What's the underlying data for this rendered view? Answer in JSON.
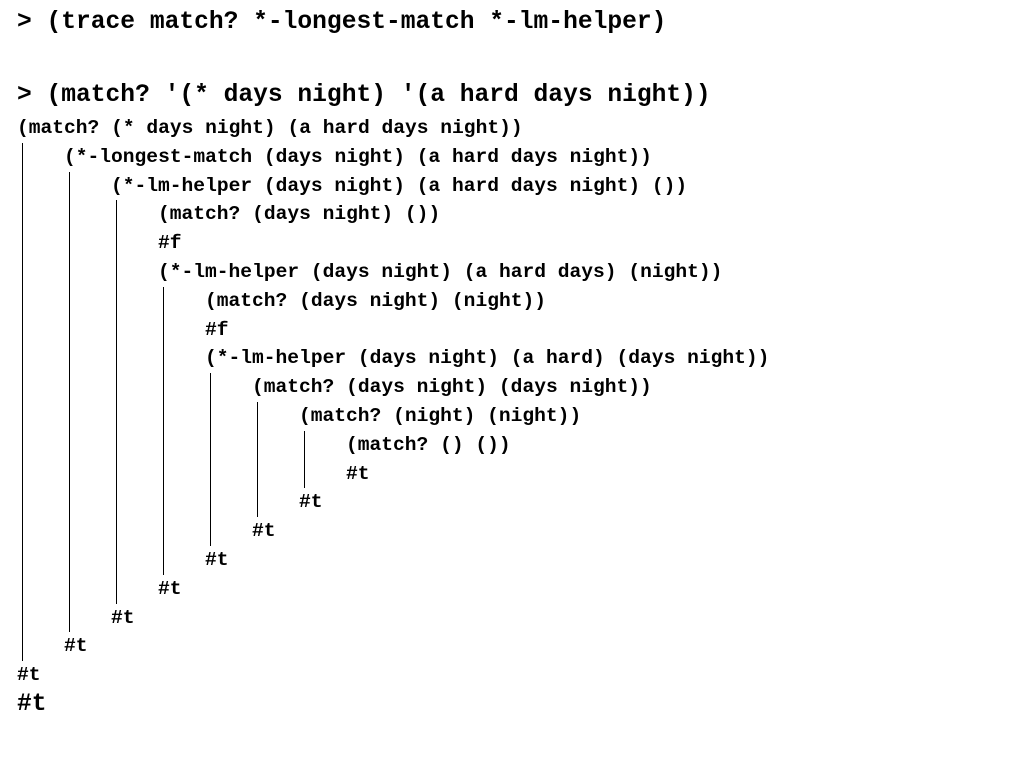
{
  "prompt_symbol": ">",
  "commands": [
    {
      "text": "> (trace match? *-longest-match *-lm-helper)"
    },
    {
      "text": "> (match? '(* days night) '(a hard days night))"
    }
  ],
  "trace": [
    {
      "depth": 0,
      "text": "(match? (* days night) (a hard days night))"
    },
    {
      "depth": 1,
      "text": "(*-longest-match (days night) (a hard days night))"
    },
    {
      "depth": 2,
      "text": "(*-lm-helper (days night) (a hard days night) ())"
    },
    {
      "depth": 3,
      "text": "(match? (days night) ())"
    },
    {
      "depth": 3,
      "text": "#f"
    },
    {
      "depth": 3,
      "text": "(*-lm-helper (days night) (a hard days) (night))"
    },
    {
      "depth": 4,
      "text": "(match? (days night) (night))"
    },
    {
      "depth": 4,
      "text": "#f"
    },
    {
      "depth": 4,
      "text": "(*-lm-helper (days night) (a hard) (days night))"
    },
    {
      "depth": 5,
      "text": "(match? (days night) (days night))"
    },
    {
      "depth": 6,
      "text": "(match? (night) (night))"
    },
    {
      "depth": 7,
      "text": "(match? () ())"
    },
    {
      "depth": 7,
      "text": "#t"
    },
    {
      "depth": 6,
      "text": "#t"
    },
    {
      "depth": 5,
      "text": "#t"
    },
    {
      "depth": 4,
      "text": "#t"
    },
    {
      "depth": 3,
      "text": "#t"
    },
    {
      "depth": 2,
      "text": "#t"
    },
    {
      "depth": 1,
      "text": "#t"
    },
    {
      "depth": 0,
      "text": "#t"
    }
  ],
  "final_result": "#t"
}
